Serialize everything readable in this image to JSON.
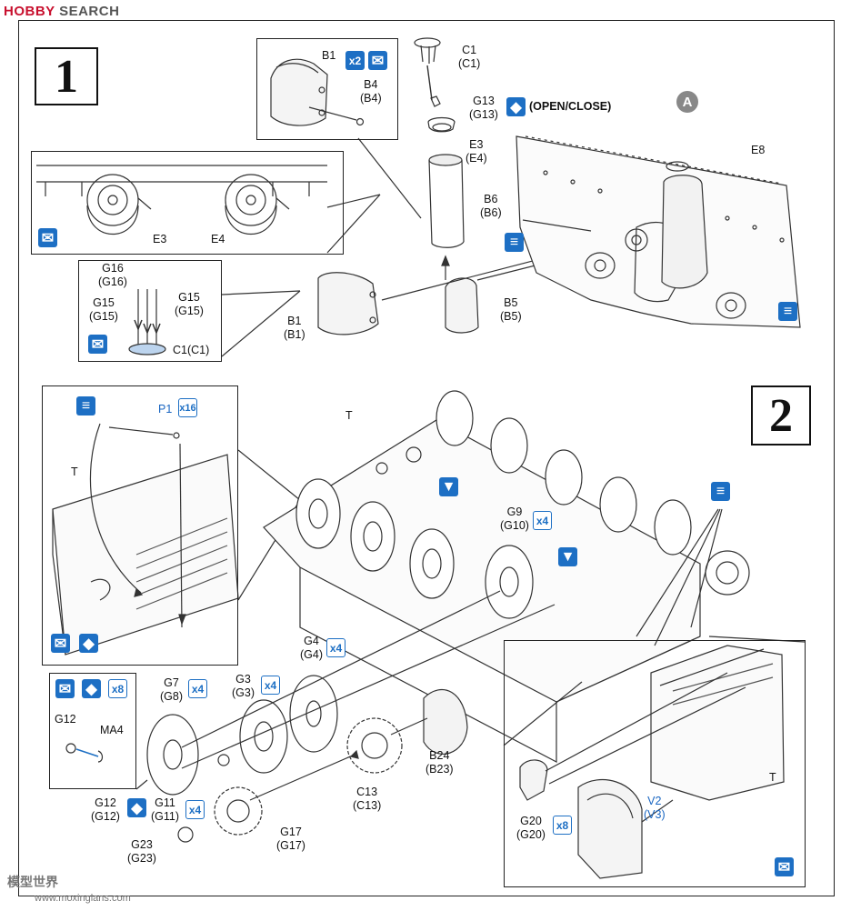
{
  "header": {
    "logo_mark": "H",
    "logo_brand": "OBBY",
    "logo_suffix": "SEARCH"
  },
  "watermark": {
    "site_cn": "模型世界",
    "site_url": "www.moxinglans.com"
  },
  "steps": {
    "step1": "1",
    "step2": "2"
  },
  "marker_a": "A",
  "icon_text": {
    "open_close": "(OPEN/CLOSE)"
  },
  "counts": {
    "x2": "x2",
    "x16": "x16",
    "x4": "x4",
    "x8": "x8"
  },
  "parts": {
    "B1_top": {
      "a": "B1"
    },
    "B4": {
      "a": "B4",
      "b": "(B4)"
    },
    "C1": {
      "a": "C1",
      "b": "(C1)"
    },
    "G13": {
      "a": "G13",
      "b": "(G13)"
    },
    "E3_step": {
      "a": "E3",
      "b": "(E4)"
    },
    "B6": {
      "a": "B6",
      "b": "(B6)"
    },
    "E8": {
      "a": "E8"
    },
    "E3_inset": {
      "a": "E3"
    },
    "E4_inset": {
      "a": "E4"
    },
    "G16": {
      "a": "G16",
      "b": "(G16)"
    },
    "G15_left": {
      "a": "G15",
      "b": "(G15)"
    },
    "G15_right": {
      "a": "G15",
      "b": "(G15)"
    },
    "C1_inset": {
      "a": "C1(C1)"
    },
    "B1_bottom": {
      "a": "B1",
      "b": "(B1)"
    },
    "B5": {
      "a": "B5",
      "b": "(B5)"
    },
    "P1": {
      "a": "P1"
    },
    "T_left": {
      "a": "T"
    },
    "T_top": {
      "a": "T"
    },
    "T_right": {
      "a": "T"
    },
    "G9": {
      "a": "G9",
      "b": "(G10)"
    },
    "G4": {
      "a": "G4",
      "b": "(G4)"
    },
    "G3": {
      "a": "G3",
      "b": "(G3)"
    },
    "G7": {
      "a": "G7",
      "b": "(G8)"
    },
    "G12_inset": {
      "a": "G12"
    },
    "MA4": {
      "a": "MA4"
    },
    "G12": {
      "a": "G12",
      "b": "(G12)"
    },
    "G11": {
      "a": "G11",
      "b": "(G11)"
    },
    "G23": {
      "a": "G23",
      "b": "(G23)"
    },
    "G17": {
      "a": "G17",
      "b": "(G17)"
    },
    "C13": {
      "a": "C13",
      "b": "(C13)"
    },
    "B24": {
      "a": "B24",
      "b": "(B23)"
    },
    "G20": {
      "a": "G20",
      "b": "(G20)"
    },
    "V2": {
      "a": "V2",
      "b": "(V3)"
    }
  },
  "colors": {
    "accent": "#1d6fc4",
    "ink": "#111111",
    "logo_red": "#c8102e"
  }
}
